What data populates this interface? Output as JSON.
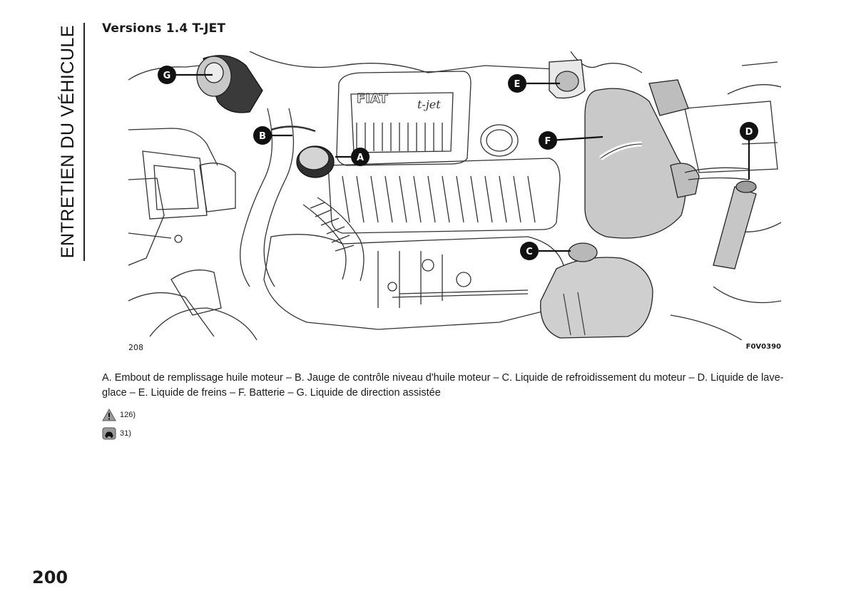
{
  "side_title": "ENTRETIEN DU VÉHICULE",
  "section_title": "Versions 1.4 T-JET",
  "figure": {
    "number": "208",
    "code": "F0V0390",
    "engraving": {
      "brand": "FIAT",
      "model": "t-jet"
    },
    "callouts": [
      "A",
      "B",
      "C",
      "D",
      "E",
      "F",
      "G"
    ]
  },
  "caption": "A. Embout de remplissage huile moteur – B. Jauge de contrôle niveau d'huile moteur – C. Liquide de refroidissement du moteur – D. Liquide de lave-glace – E. Liquide de freins – F. Batterie – G. Liquide de direction assistée",
  "notes": [
    {
      "icon": "warning-triangle-icon",
      "ref": "126)"
    },
    {
      "icon": "car-hand-icon",
      "ref": "31)"
    }
  ],
  "page_number": "200"
}
